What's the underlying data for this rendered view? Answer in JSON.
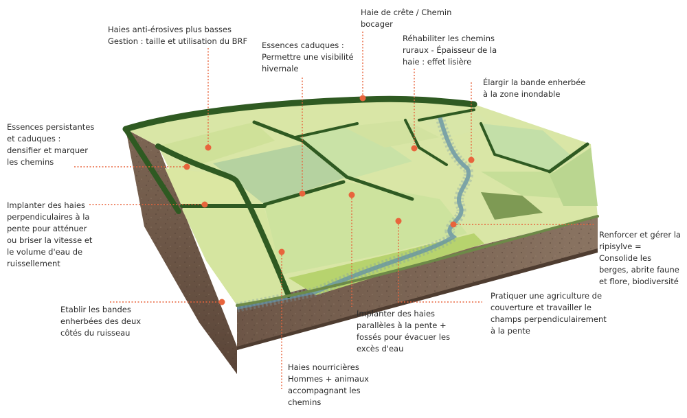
{
  "annotations": [
    {
      "id": "hedge-antierosion",
      "text": "Haies anti-érosives plus basses\nGestion : taille et utilisation du BRF"
    },
    {
      "id": "ridge-hedge",
      "text": "Haie de crête / Chemin\nbocager"
    },
    {
      "id": "deciduous-visibility",
      "text": "Essences caduques :\nPermettre une visibilité\nhivernale"
    },
    {
      "id": "rural-paths",
      "text": "Réhabiliter les chemins\nruraux - Épaisseur de la\nhaie : effet lisière"
    },
    {
      "id": "widen-grass-strip",
      "text": "Élargir la bande enherbée\nà la zone inondable"
    },
    {
      "id": "mixed-species",
      "text": "Essences persistantes\net caduques :\ndensifier et marquer\nles chemins"
    },
    {
      "id": "perpendicular-hedges",
      "text": "Implanter des haies\nperpendiculaires à la\npente pour atténuer\nou briser la vitesse et\nle volume d'eau de\nruissellement"
    },
    {
      "id": "riparian",
      "text": "Renforcer et gérer la\nripisylve =\nConsolide les\nberges, abrite faune\net flore, biodiversité"
    },
    {
      "id": "cover-crops",
      "text": "Pratiquer une agriculture de\ncouverture et travailler le\nchamps perpendiculairement\nà la pente"
    },
    {
      "id": "stream-strips",
      "text": "Etablir les bandes\nenherbées des deux\ncôtés du ruisseau"
    },
    {
      "id": "parallel-hedges",
      "text": "Implanter des haies\nparallèles à la pente +\nfossés pour évacuer les\nexcès d'eau"
    },
    {
      "id": "food-hedges",
      "text": "Haies nourricières\nHommes + animaux\naccompagnant les\nchemins"
    }
  ],
  "colors": {
    "leader": "#e8643c",
    "text": "#2b2b2b",
    "soil": "#6b5444",
    "field_light": "#d6e39a",
    "field_mid": "#b8d08a",
    "field_pale": "#c9e0a4",
    "hedge": "#2f5a22",
    "stream": "#5c8fa6"
  }
}
